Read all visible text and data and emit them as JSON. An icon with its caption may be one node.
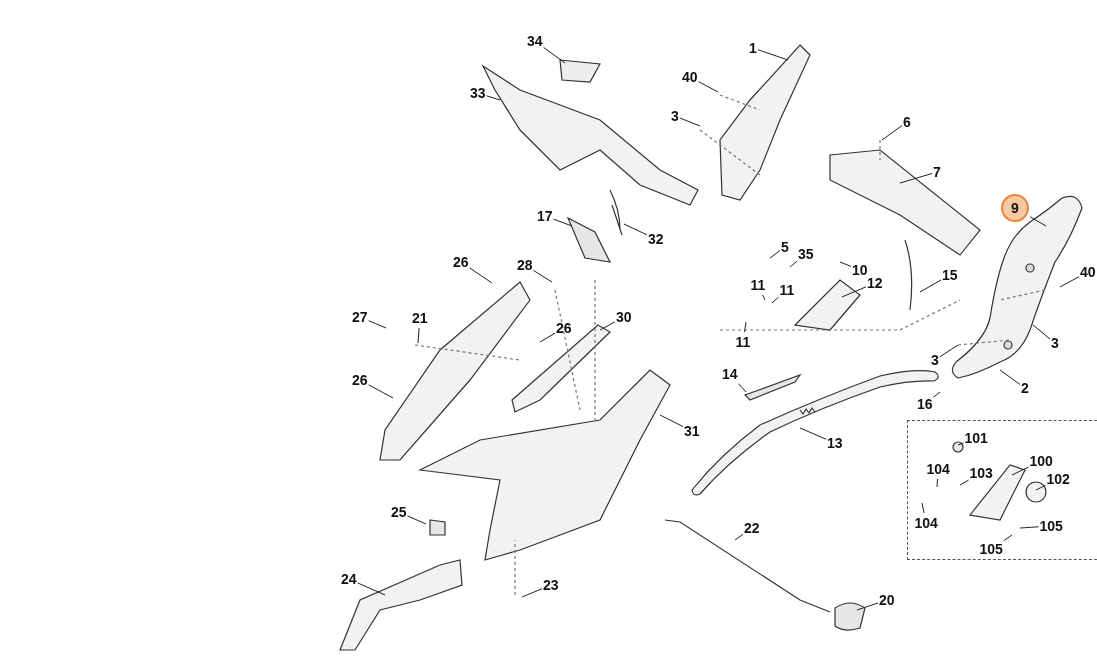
{
  "diagram": {
    "nodes": [
      {
        "text": [
          "34"
        ]
      },
      {
        "text": [
          "1"
        ]
      },
      {
        "text": [
          "40"
        ]
      },
      {
        "text": [
          "33"
        ]
      },
      {
        "text": [
          "3"
        ]
      },
      {
        "text": [
          "6"
        ]
      },
      {
        "text": [
          "7"
        ]
      },
      {
        "text": [
          "9"
        ]
      },
      {
        "text": [
          "17"
        ]
      },
      {
        "text": [
          "32"
        ]
      },
      {
        "text": [
          "5"
        ]
      },
      {
        "text": [
          "35"
        ]
      },
      {
        "text": [
          "26"
        ]
      },
      {
        "text": [
          "28"
        ]
      },
      {
        "text": [
          "10"
        ]
      },
      {
        "text": [
          "40"
        ]
      },
      {
        "text": [
          "15"
        ]
      },
      {
        "text": [
          "12"
        ]
      },
      {
        "text": [
          "11"
        ]
      },
      {
        "text": [
          "11"
        ]
      },
      {
        "text": [
          "27"
        ]
      },
      {
        "text": [
          "21"
        ]
      },
      {
        "text": [
          "30"
        ]
      },
      {
        "text": [
          "26"
        ]
      },
      {
        "text": [
          "11"
        ]
      },
      {
        "text": [
          "3"
        ]
      },
      {
        "text": [
          "3"
        ]
      },
      {
        "text": [
          "14"
        ]
      },
      {
        "text": [
          "26"
        ]
      },
      {
        "text": [
          "2"
        ]
      },
      {
        "text": [
          "16"
        ]
      },
      {
        "text": [],
        "shape": "box"
      },
      {
        "text": [
          "101"
        ],
        "in": 31
      },
      {
        "text": [
          "31"
        ]
      },
      {
        "text": [
          "13"
        ]
      },
      {
        "text": [
          "100"
        ],
        "in": 31
      },
      {
        "text": [
          "104"
        ],
        "in": 31
      },
      {
        "text": [
          "103"
        ],
        "in": 31
      },
      {
        "text": [
          "102"
        ],
        "in": 31
      },
      {
        "text": [
          "25"
        ]
      },
      {
        "text": [
          "104"
        ],
        "in": 31
      },
      {
        "text": [
          "105"
        ],
        "in": 31
      },
      {
        "text": [
          "22"
        ]
      },
      {
        "text": [
          "105"
        ],
        "in": 31
      },
      {
        "text": [
          "24"
        ]
      },
      {
        "text": [
          "23"
        ]
      },
      {
        "text": [
          "20"
        ]
      }
    ],
    "edges": [
      {
        "from": 0,
        "to": null,
        "arrow": "none"
      },
      {
        "from": 1,
        "to": null,
        "arrow": "none"
      },
      {
        "from": 2,
        "to": null,
        "arrow": "none"
      },
      {
        "from": 3,
        "to": null,
        "arrow": "none"
      },
      {
        "from": 4,
        "to": null,
        "arrow": "none"
      },
      {
        "from": 5,
        "to": null,
        "arrow": "none"
      },
      {
        "from": 6,
        "to": null,
        "arrow": "none"
      },
      {
        "from": 7,
        "to": null,
        "arrow": "none"
      },
      {
        "from": 8,
        "to": null,
        "arrow": "none"
      },
      {
        "from": 9,
        "to": null,
        "arrow": "none"
      },
      {
        "from": 10,
        "to": null,
        "arrow": "none"
      },
      {
        "from": 11,
        "to": null,
        "arrow": "none"
      },
      {
        "from": 12,
        "to": null,
        "arrow": "none"
      },
      {
        "from": 13,
        "to": null,
        "arrow": "none"
      },
      {
        "from": 14,
        "to": null,
        "arrow": "none"
      },
      {
        "from": 15,
        "to": null,
        "arrow": "none"
      },
      {
        "from": 16,
        "to": null,
        "arrow": "none"
      },
      {
        "from": 17,
        "to": null,
        "arrow": "none"
      },
      {
        "from": 18,
        "to": null,
        "arrow": "none"
      },
      {
        "from": 19,
        "to": null,
        "arrow": "none"
      },
      {
        "from": 20,
        "to": null,
        "arrow": "none"
      },
      {
        "from": 21,
        "to": null,
        "arrow": "none"
      },
      {
        "from": 22,
        "to": null,
        "arrow": "none"
      },
      {
        "from": 23,
        "to": null,
        "arrow": "none"
      },
      {
        "from": 24,
        "to": null,
        "arrow": "none"
      },
      {
        "from": 25,
        "to": null,
        "arrow": "none"
      },
      {
        "from": 26,
        "to": null,
        "arrow": "none"
      },
      {
        "from": 27,
        "to": null,
        "arrow": "none"
      },
      {
        "from": 28,
        "to": null,
        "arrow": "none"
      },
      {
        "from": 29,
        "to": null,
        "arrow": "none"
      },
      {
        "from": 30,
        "to": null,
        "arrow": "none"
      },
      {
        "from": 32,
        "to": null,
        "arrow": "none"
      },
      {
        "from": 33,
        "to": null,
        "arrow": "none"
      },
      {
        "from": 34,
        "to": null,
        "arrow": "none"
      },
      {
        "from": 35,
        "to": null,
        "arrow": "none"
      },
      {
        "from": 36,
        "to": null,
        "arrow": "none"
      },
      {
        "from": 37,
        "to": null,
        "arrow": "none"
      },
      {
        "from": 38,
        "to": null,
        "arrow": "none"
      },
      {
        "from": 39,
        "to": null,
        "arrow": "none"
      },
      {
        "from": 40,
        "to": null,
        "arrow": "none"
      },
      {
        "from": 41,
        "to": null,
        "arrow": "none"
      },
      {
        "from": 42,
        "to": null,
        "arrow": "none"
      },
      {
        "from": 43,
        "to": null,
        "arrow": "none"
      },
      {
        "from": 44,
        "to": null,
        "arrow": "none"
      },
      {
        "from": 45,
        "to": null,
        "arrow": "none"
      },
      {
        "from": 46,
        "to": null,
        "arrow": "none"
      }
    ]
  }
}
